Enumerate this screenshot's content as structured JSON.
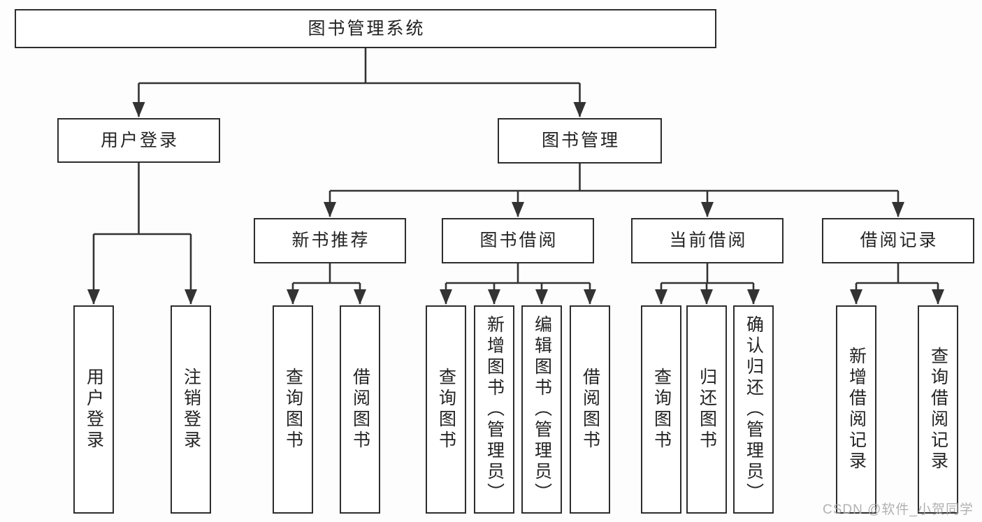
{
  "tree": {
    "root": "图书管理系统",
    "children": [
      {
        "label": "用户登录",
        "children": [
          "用户登录",
          "注销登录"
        ]
      },
      {
        "label": "图书管理",
        "children": [
          {
            "label": "新书推荐",
            "children": [
              "查询图书",
              "借阅图书"
            ]
          },
          {
            "label": "图书借阅",
            "children": [
              "查询图书",
              "新增图书（管理员）",
              "编辑图书（管理员）",
              "借阅图书"
            ]
          },
          {
            "label": "当前借阅",
            "children": [
              "查询图书",
              "归还图书",
              "确认归还（管理员）"
            ]
          },
          {
            "label": "借阅记录",
            "children": [
              "新增借阅记录",
              "查询借阅记录"
            ]
          }
        ]
      }
    ]
  },
  "watermark": {
    "text": "CSDN @软件_小贺同学"
  },
  "colors": {
    "line": "#333333",
    "box_border": "#2d2d2d",
    "box_background": "#ffffff",
    "text": "#232323",
    "watermark": "#a8a8a8",
    "page_background": "#fdfdfe"
  }
}
